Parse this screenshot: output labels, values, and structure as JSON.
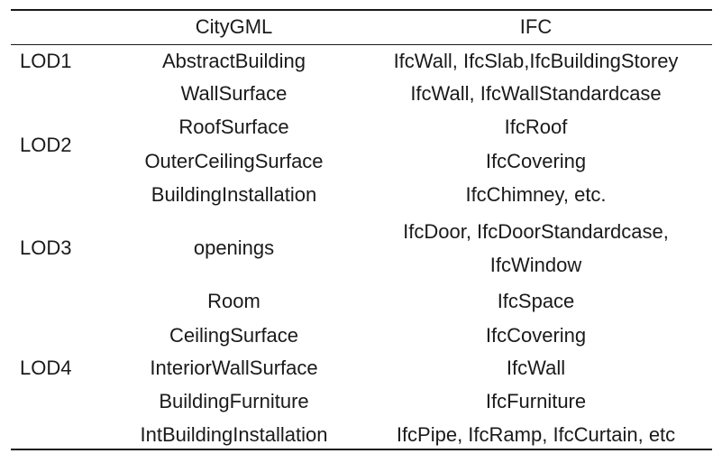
{
  "table": {
    "headers": {
      "lod": "",
      "citygml": "CityGML",
      "ifc": "IFC"
    },
    "lod_labels": [
      "LOD1",
      "LOD2",
      "LOD3",
      "LOD4"
    ],
    "citygml": [
      "AbstractBuilding",
      "WallSurface",
      "RoofSurface",
      "OuterCeilingSurface",
      "BuildingInstallation",
      "openings",
      "Room",
      "CeilingSurface",
      "InteriorWallSurface",
      "BuildingFurniture",
      "IntBuildingInstallation"
    ],
    "ifc": [
      "IfcWall, IfcSlab,IfcBuildingStorey",
      "IfcWall, IfcWallStandardcase",
      "IfcRoof",
      "IfcCovering",
      "IfcChimney, etc.",
      "IfcDoor, IfcDoorStandardcase,",
      "IfcWindow",
      "IfcSpace",
      "IfcCovering",
      "IfcWall",
      "IfcFurniture",
      "IfcPipe, IfcRamp, IfcCurtain, etc"
    ]
  }
}
